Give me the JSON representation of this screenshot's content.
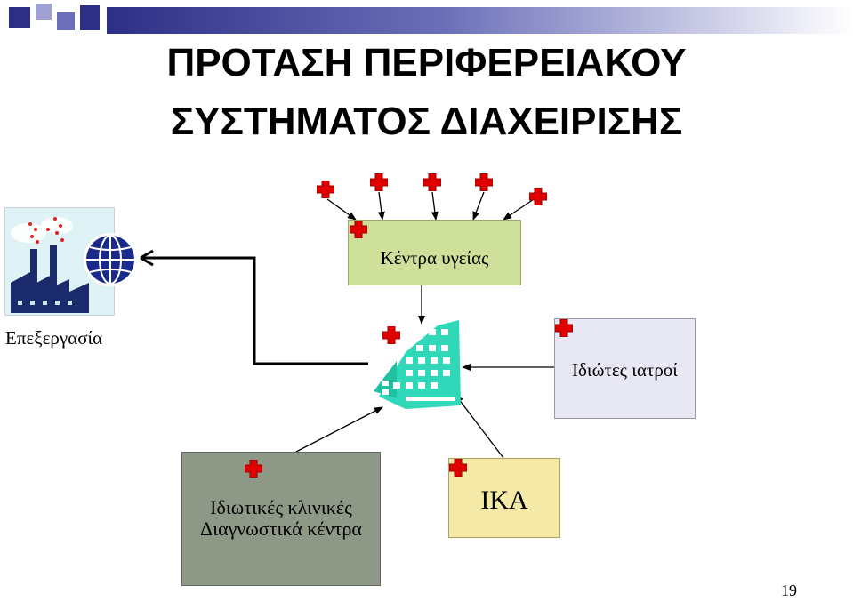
{
  "title": {
    "line1": "ΠΡΟΤΑΣΗ ΠΕΡΙΦΕΡΕΙΑΚΟΥ",
    "line2": "ΣΥΣΤΗΜΑΤΟΣ ΔΙΑΧΕΙΡΙΣΗΣ"
  },
  "nodes": {
    "processing": "Επεξεργασία",
    "health_centers": "Κέντρα υγείας",
    "private_doctors": "Ιδιώτες ιατροί",
    "private_clinics_line1": "Ιδιωτικές κλινικές",
    "private_clinics_line2": "Διαγνωστικά κέντρα",
    "ika": "IKA"
  },
  "page_number": "19",
  "colors": {
    "title_bar": "#2d2f86",
    "cross": "#e00000",
    "health_centers_fill": "#cfe09a",
    "private_doctors_fill": "#e8e8f4",
    "clinics_fill": "#8e9886",
    "ika_fill": "#f4e9a6",
    "hospital": "#2ed8b8"
  },
  "icons": [
    "medical-cross-icon",
    "factory-icon",
    "globe-icon",
    "hospital-icon"
  ]
}
